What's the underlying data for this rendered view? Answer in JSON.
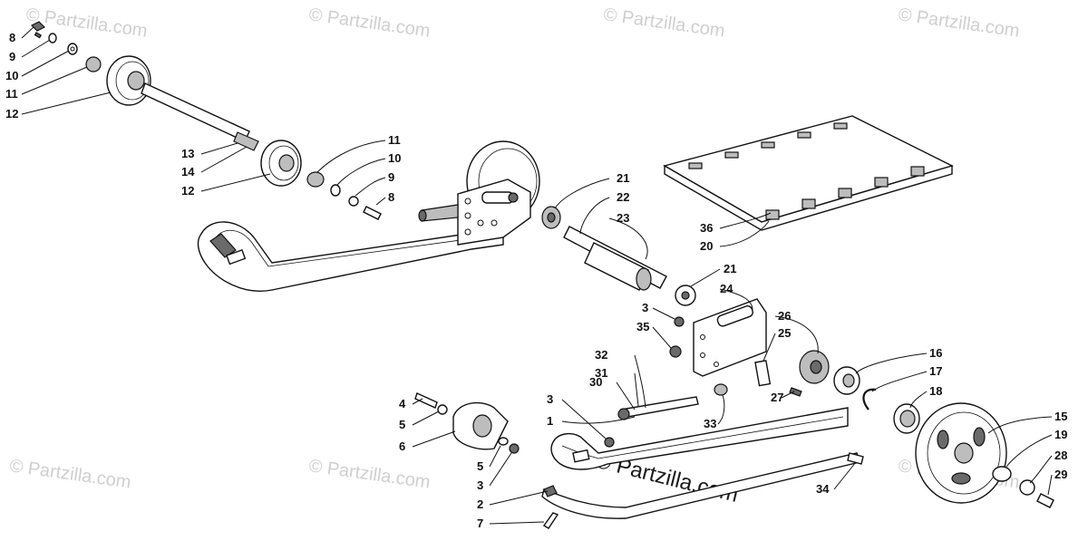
{
  "watermarks": {
    "text": "© Partzilla.com",
    "center_text": "© Partzilla.com",
    "color": "#cfcfcf"
  },
  "callouts": [
    "8",
    "9",
    "10",
    "11",
    "12",
    "13",
    "14",
    "12",
    "11",
    "10",
    "9",
    "8",
    "21",
    "22",
    "23",
    "36",
    "20",
    "21",
    "24",
    "3",
    "35",
    "26",
    "25",
    "32",
    "31",
    "30",
    "16",
    "17",
    "18",
    "27",
    "33",
    "3",
    "1",
    "4",
    "5",
    "6",
    "15",
    "19",
    "28",
    "29",
    "34",
    "5",
    "3",
    "2",
    "7"
  ]
}
